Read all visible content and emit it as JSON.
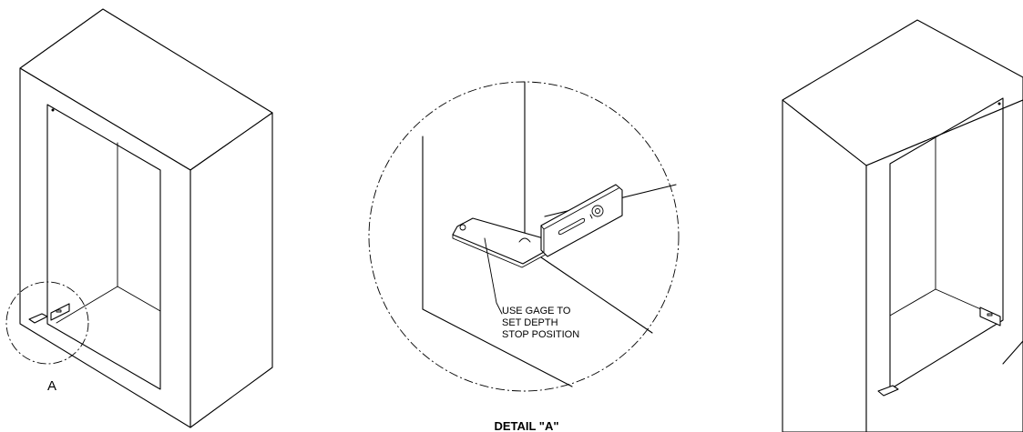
{
  "labels": {
    "view_callout": "A",
    "note_line_1": "USE GAGE TO",
    "note_line_2": "SET DEPTH",
    "note_line_3": "STOP POSITION",
    "detail_title": "DETAIL \"A\""
  }
}
